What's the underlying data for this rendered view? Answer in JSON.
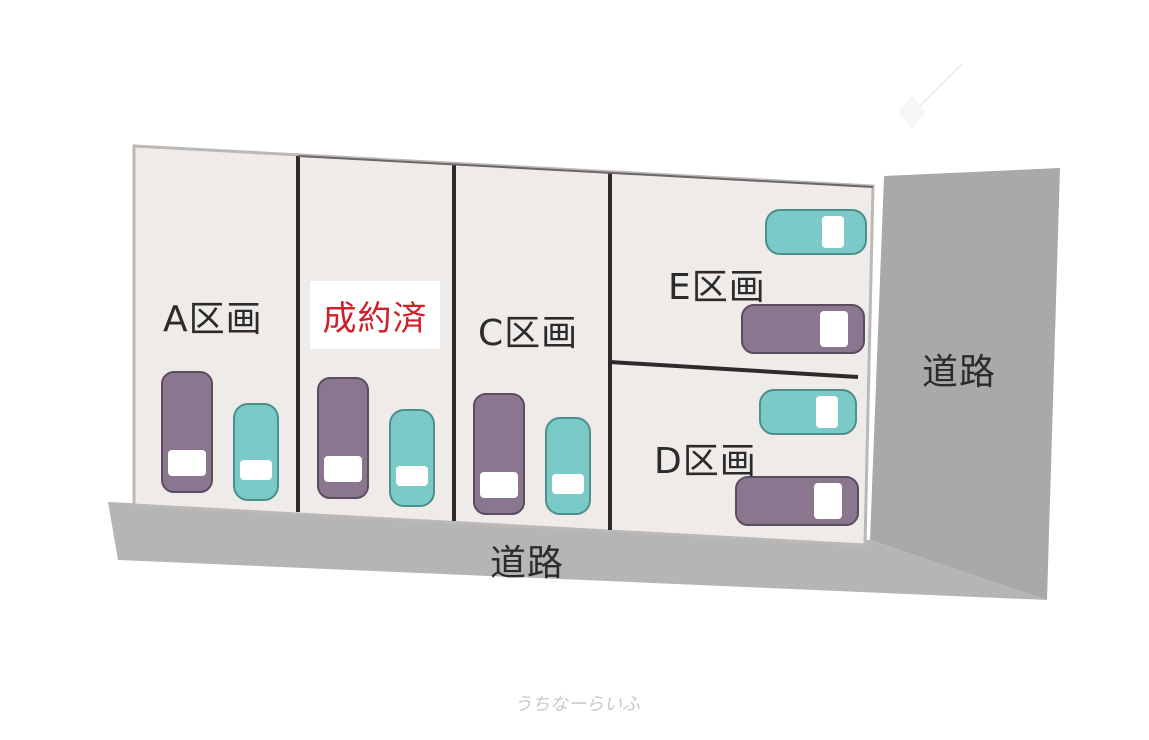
{
  "lots": [
    {
      "id": "A",
      "label": "A区画",
      "status": "available"
    },
    {
      "id": "B",
      "label": "成約済",
      "status": "sold"
    },
    {
      "id": "C",
      "label": "C区画",
      "status": "available"
    },
    {
      "id": "D",
      "label": "D区画",
      "status": "available"
    },
    {
      "id": "E",
      "label": "E区画",
      "status": "available"
    }
  ],
  "roads": {
    "front": "道路",
    "side": "道路"
  },
  "watermark": "うちなーらいふ",
  "colors": {
    "road": "#a9a9a9",
    "road_light": "#c9c9c9",
    "lot_fill": "#efecea",
    "boundary": "#2e2a2b",
    "sold_text": "#d0202a",
    "car_van": "#8b7690",
    "car_compact": "#7ccac8"
  }
}
